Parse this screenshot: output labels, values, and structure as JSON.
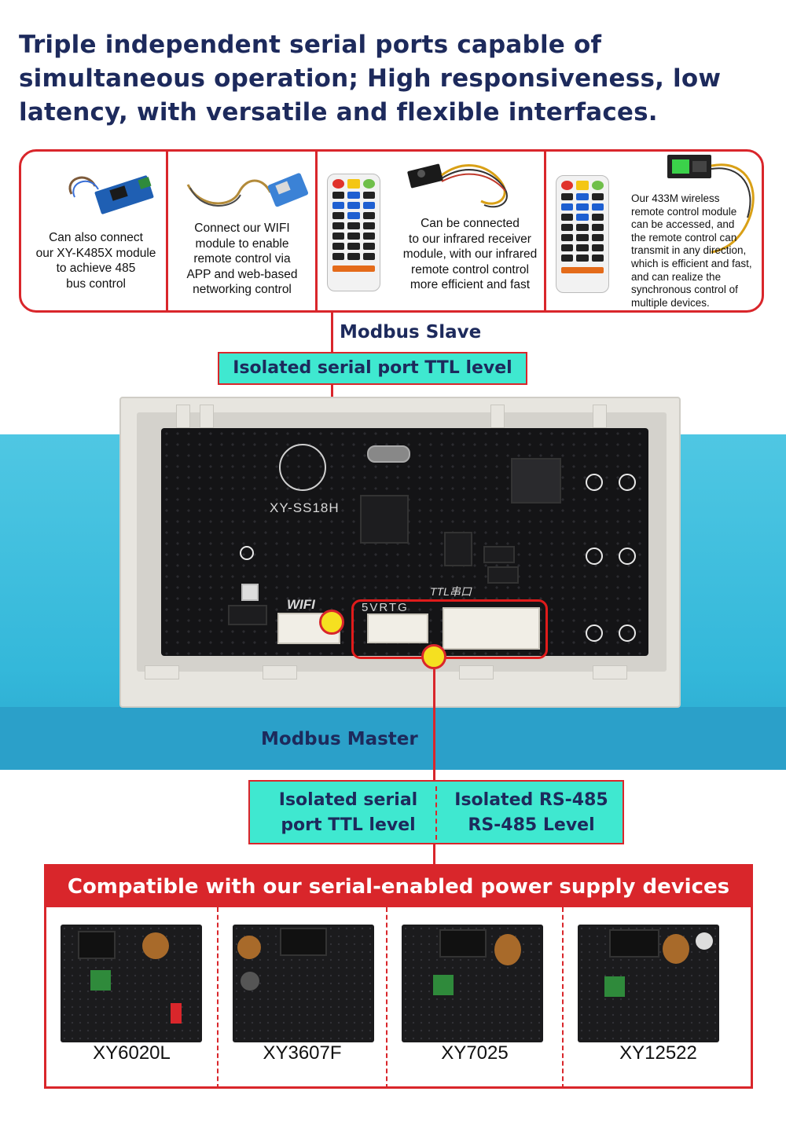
{
  "headline": "Triple independent serial ports capable of simultaneous operation;  High responsiveness, low latency, with versatile and flexible interfaces.",
  "top_panel": {
    "cells": [
      {
        "text": "Can also connect\nour XY-K485X module\nto achieve 485\nbus control"
      },
      {
        "text": "Connect our WIFI\nmodule to enable\nremote control via\nAPP and web-based\nnetworking control"
      },
      {
        "text": "Can be connected\nto our infrared receiver\nmodule, with our infrared\nremote control control\nmore efficient and fast"
      },
      {
        "text": "Our 433M wireless\nremote control module\ncan be accessed, and\nthe remote control can\ntransmit in any direction,\nwhich is efficient and fast,\n and can realize the\nsynchronous control of\nmultiple devices."
      }
    ]
  },
  "modbus_slave": {
    "label": "Modbus Slave",
    "box": "Isolated serial port  TTL level"
  },
  "board": {
    "model": "XY-SS18H",
    "wifi_label": "WIFI",
    "ttl_label": "TTL串口",
    "pins_label": "5VRTG"
  },
  "modbus_master": {
    "label": "Modbus Master",
    "box_left": "Isolated serial\nport  TTL level",
    "box_right": "Isolated RS-485\nRS-485 Level"
  },
  "compatible": {
    "title": "Compatible with our serial-enabled power supply devices",
    "products": [
      {
        "name": "XY6020L"
      },
      {
        "name": "XY3607F"
      },
      {
        "name": "XY7025"
      },
      {
        "name": "XY12522"
      }
    ]
  },
  "colors": {
    "accent_red": "#d9262b",
    "teal": "#3fe8d0",
    "navy_text": "#1d2a5c",
    "dot_yellow": "#f5e020"
  }
}
